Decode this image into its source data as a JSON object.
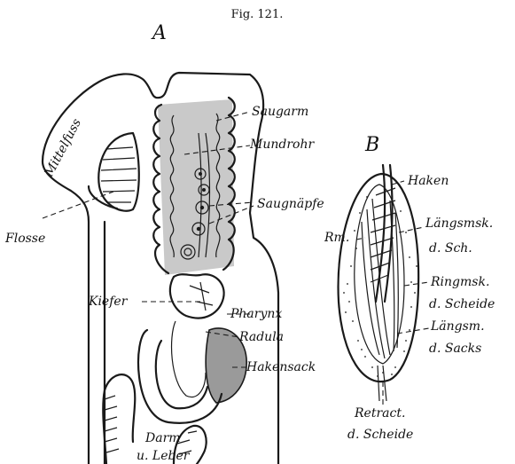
{
  "caption": "Fig. 121.",
  "panel_a": {
    "letter": "A",
    "labels": {
      "mittelfuss": "Mittelfuss",
      "flosse": "Flosse",
      "saugarm": "Saugarm",
      "mundrohr": "Mundrohr",
      "saugnaepfe": "Saugnäpfe",
      "kiefer": "Kiefer",
      "pharynx": "Pharynx",
      "radula": "Radula",
      "hakensack": "Hakensack",
      "darm": "Darm",
      "leber": "u. Leber"
    }
  },
  "panel_b": {
    "letter": "B",
    "labels": {
      "haken": "Haken",
      "rm": "Rm.",
      "laengsmsk_1": "Längsmsk.",
      "laengsmsk_2": "d. Sch.",
      "ringmsk_1": "Ringmsk.",
      "ringmsk_2": "d. Scheide",
      "laengsm_1": "Längsm.",
      "laengsm_2": "d. Sacks",
      "retract_1": "Retract.",
      "retract_2": "d. Scheide"
    }
  },
  "colors": {
    "ink": "#1a1a1a",
    "shade": "#c9c9c9",
    "dark_shade": "#9a9a9a"
  }
}
